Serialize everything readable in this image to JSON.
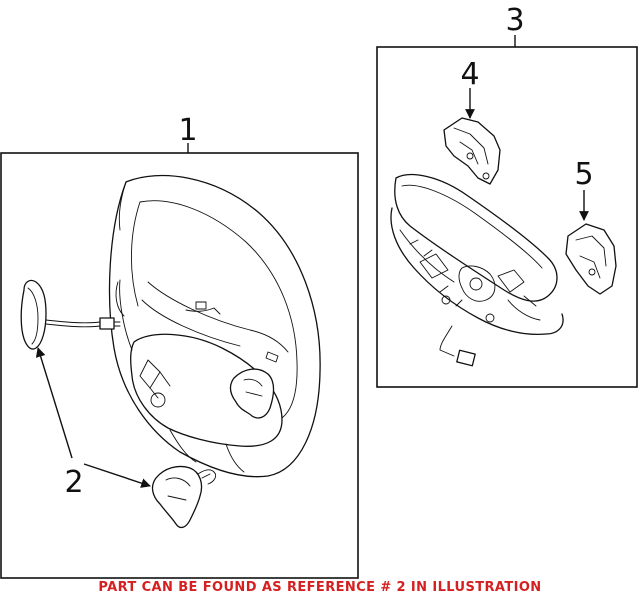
{
  "callouts": {
    "ref1": "1",
    "ref2": "2",
    "ref3": "3",
    "ref4": "4",
    "ref5": "5"
  },
  "note": {
    "text": "PART CAN BE FOUND AS REFERENCE # 2 IN ILLUSTRATION",
    "color": "#d42020"
  },
  "colors": {
    "line": "#111111",
    "background": "#ffffff"
  }
}
